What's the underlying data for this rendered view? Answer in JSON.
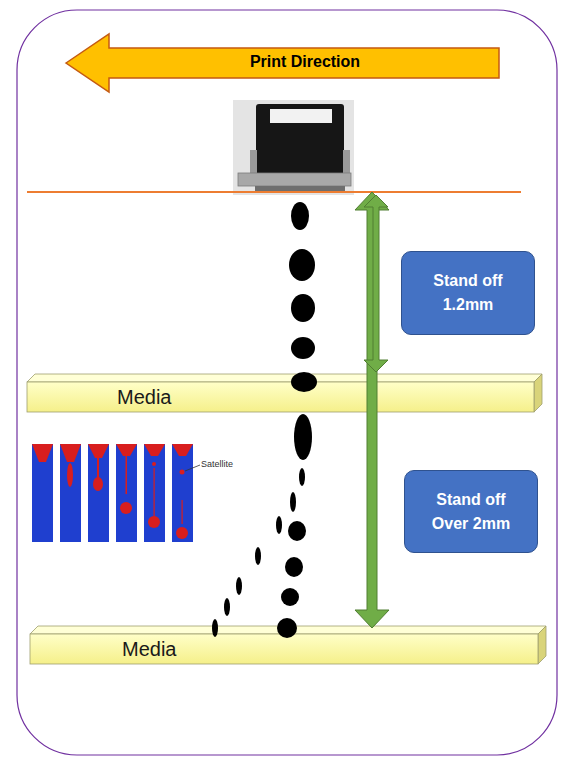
{
  "diagram": {
    "nodes": [
      {
        "text": [
          "Print Direction"
        ]
      },
      {
        "text": [
          "Stand off 1.2mm"
        ]
      },
      {
        "text": [
          "Media"
        ]
      },
      {
        "text": [
          "Stand off Over 2mm"
        ]
      },
      {
        "text": [
          "Media"
        ]
      }
    ],
    "labels": [
      "Satellite"
    ]
  }
}
